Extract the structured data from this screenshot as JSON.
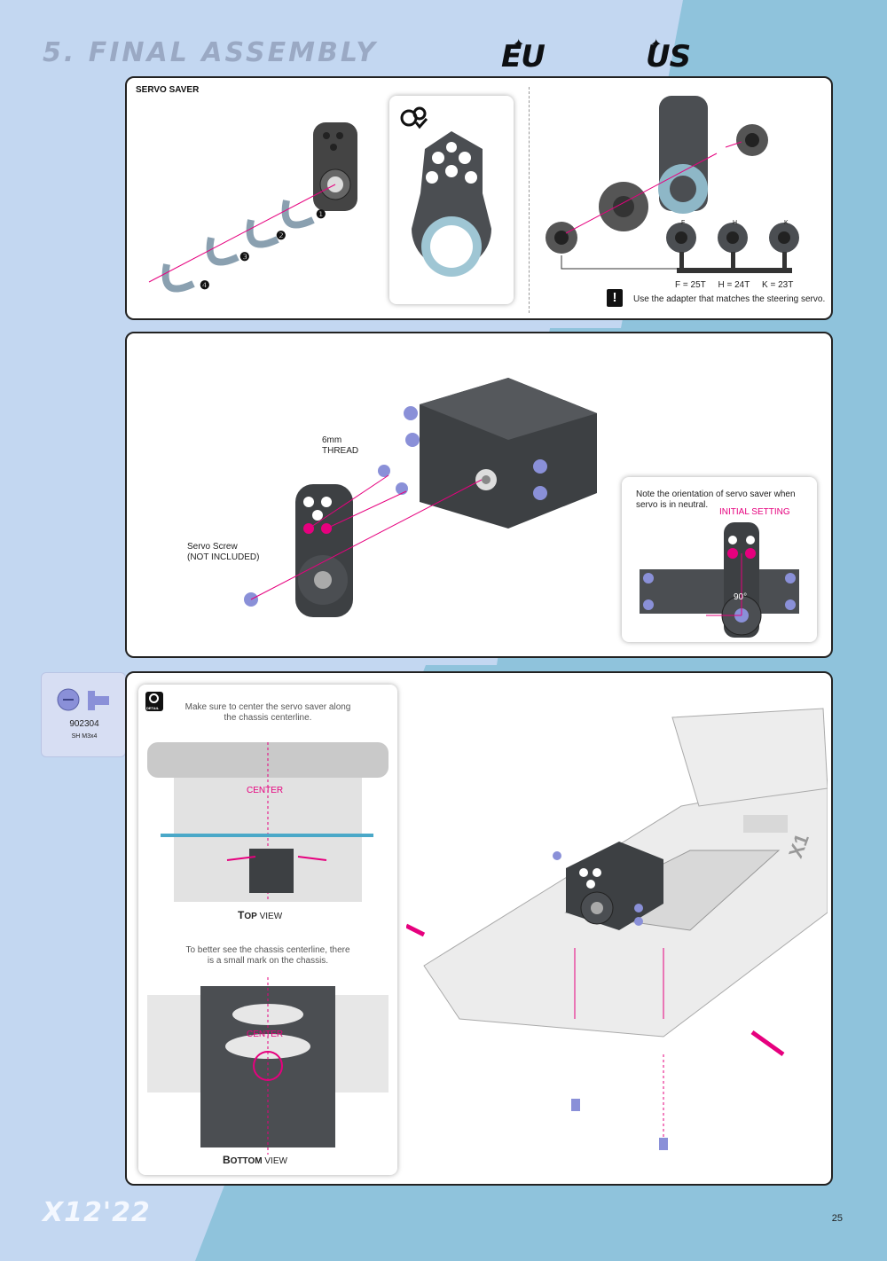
{
  "header": {
    "title": "5. FINAL ASSEMBLY",
    "logo_eu": "EU",
    "logo_us": "US"
  },
  "panel1": {
    "label": "SERVO SAVER",
    "steps": [
      "❶",
      "❷",
      "❸",
      "❹"
    ],
    "adapters": [
      "F",
      "H",
      "K"
    ],
    "adapter_legend": "F = 25T     H = 24T     K = 23T",
    "warning": "Use the adapter that matches the steering servo."
  },
  "panel2": {
    "thread_label": "6mm\nTHREAD",
    "screw_label": "Servo Screw\n(NOT INCLUDED)",
    "note": "Note the orientation of servo saver when\nservo is in neutral.",
    "initial_setting": "INITIAL SETTING",
    "angle": "90°"
  },
  "part": {
    "number": "902304",
    "desc": "SH M3x4"
  },
  "panel3": {
    "note1": "Make sure to center the servo saver along\nthe chassis centerline.",
    "center1": "CENTER",
    "top_view_initial": "T",
    "top_view_rest": "OP",
    "top_view_suffix": " VIEW",
    "note2": "To better see the chassis centerline, there\nis a small mark on the chassis.",
    "center2": "CENTER",
    "bottom_view_initial": "B",
    "bottom_view_rest": "OTTOM",
    "bottom_view_suffix": " VIEW",
    "detail_label": "DETAIL",
    "chassis_mark": "X1"
  },
  "footer": {
    "logo": "X12'22",
    "page": "25"
  }
}
